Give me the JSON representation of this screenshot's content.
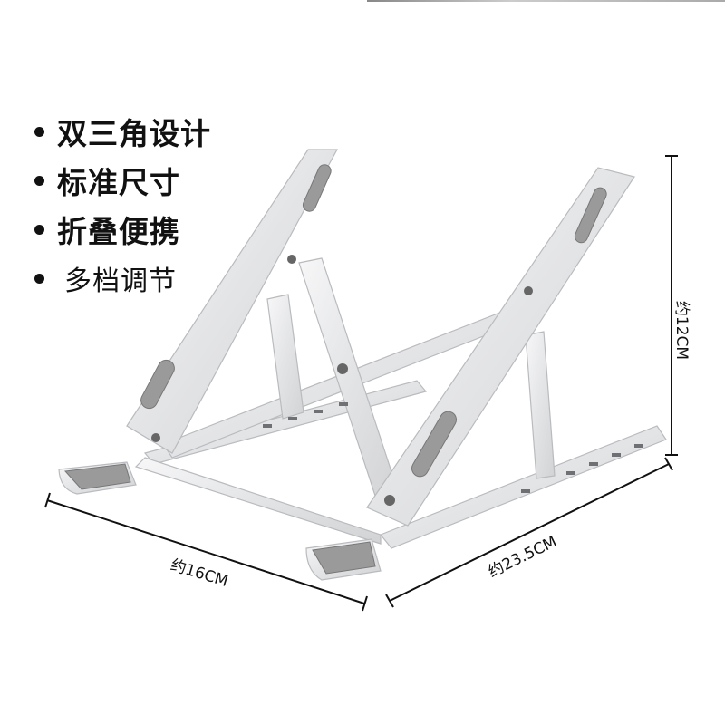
{
  "features": [
    {
      "label": "双三角设计"
    },
    {
      "label": "标准尺寸"
    },
    {
      "label": "折叠便携"
    },
    {
      "label": "多档调节"
    }
  ],
  "dimensions": {
    "height": "约12CM",
    "depth": "约16CM",
    "width": "约23.5CM"
  },
  "product": {
    "name": "foldable laptop stand",
    "color": "#e8e9ea",
    "pad_color": "#9a9a9a"
  }
}
